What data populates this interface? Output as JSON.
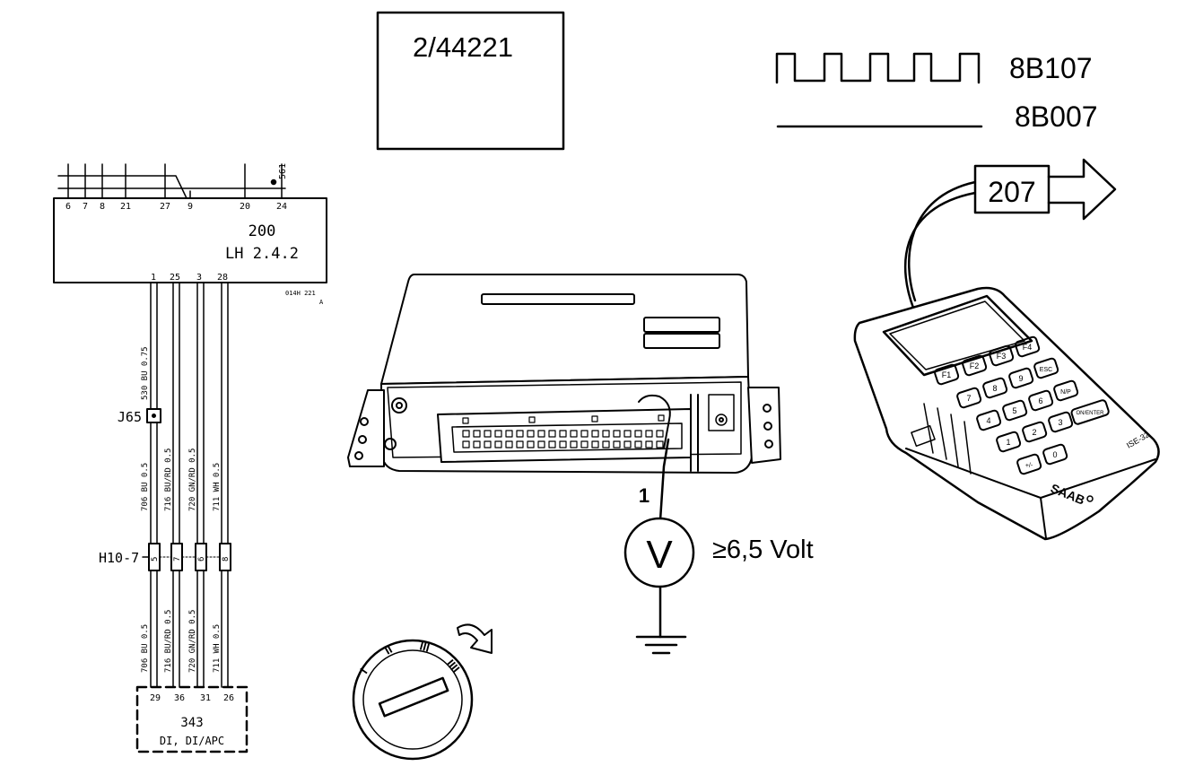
{
  "ref_box": {
    "label": "2/44221"
  },
  "legend": {
    "pulsed_code": "8B107",
    "steady_code": "8B007"
  },
  "tester": {
    "command_code": "207",
    "brand": "SAAB",
    "model": "ISE-32",
    "keys": {
      "f1": "F1",
      "f2": "F2",
      "f3": "F3",
      "f4": "F4",
      "k7": "7",
      "k8": "8",
      "k9": "9",
      "esc": "ESC",
      "k4": "4",
      "k5": "5",
      "k6": "6",
      "np": "N/P",
      "k1": "1",
      "k2": "2",
      "k3": "3",
      "enter": "ON/ENTER",
      "pm": "+/-",
      "k0": "0"
    }
  },
  "ecu": {
    "number": "200",
    "name": "LH 2.4.2",
    "ref": "014H 221",
    "ref_suffix": "A",
    "top_pins": [
      "6",
      "7",
      "8",
      "21",
      "27",
      "9",
      "20",
      "24"
    ],
    "top_wire": "561",
    "bottom_pins": [
      "1",
      "25",
      "3",
      "28"
    ]
  },
  "splice": {
    "label": "J65"
  },
  "upper_wires": [
    {
      "code": "530 BU 0.75"
    },
    {
      "code": "706 BU 0.5"
    },
    {
      "code": "716 BU/RD 0.5"
    },
    {
      "code": "720 GN/RD 0.5"
    },
    {
      "code": "711 WH 0.5"
    }
  ],
  "connector": {
    "label": "H10-7",
    "pins": [
      "5",
      "7",
      "6",
      "8"
    ]
  },
  "lower_wires": [
    {
      "code": "706 BU 0.5"
    },
    {
      "code": "716 BU/RD 0.5"
    },
    {
      "code": "720 GN/RD 0.5"
    },
    {
      "code": "711 WH 0.5"
    }
  ],
  "module_343": {
    "pins": [
      "29",
      "36",
      "31",
      "26"
    ],
    "number": "343",
    "name": "DI, DI/APC"
  },
  "measurement": {
    "pin": "1",
    "meter": "V",
    "reading": "≥6,5 Volt"
  },
  "ignition": {
    "pos_1": "I",
    "pos_2": "II",
    "pos_3": "III",
    "pos_4": "IIII"
  }
}
